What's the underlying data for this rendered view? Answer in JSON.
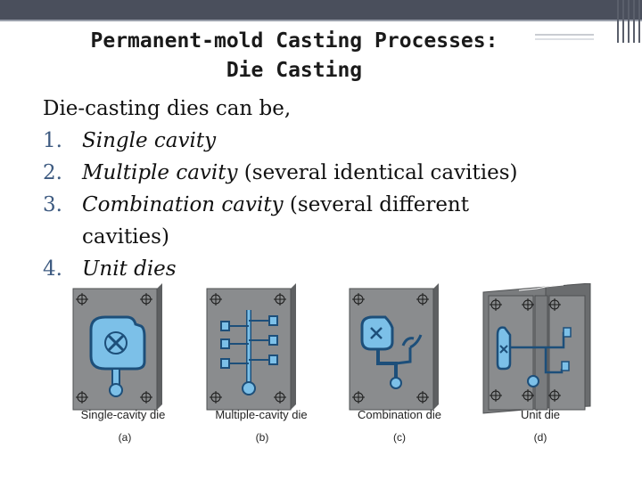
{
  "slide": {
    "title_line1": "Permanent-mold Casting Processes:",
    "title_line2": "Die Casting",
    "intro": "Die-casting dies can be,",
    "items": [
      {
        "num": "1.",
        "em": "Single cavity",
        "rest": ""
      },
      {
        "num": "2.",
        "em": "Multiple cavity",
        "rest": " (several identical cavities)"
      },
      {
        "num": "3.",
        "em": "Combination cavity",
        "rest": " (several different"
      },
      {
        "num": "",
        "em": "",
        "rest": "cavities)"
      },
      {
        "num": "4.",
        "em": "Unit dies",
        "rest": ""
      }
    ]
  },
  "figure": {
    "panels": [
      {
        "caption": "Single-cavity die",
        "sub": "(a)"
      },
      {
        "caption": "Multiple-cavity die",
        "sub": "(b)"
      },
      {
        "caption": "Combination die",
        "sub": "(c)"
      },
      {
        "caption": "Unit die",
        "sub": "(d)"
      }
    ],
    "colors": {
      "die_face": "#8a8c8e",
      "die_side": "#5e6062",
      "cavity": "#7cc0e8",
      "cavity_stroke": "#1d4f7a"
    }
  }
}
